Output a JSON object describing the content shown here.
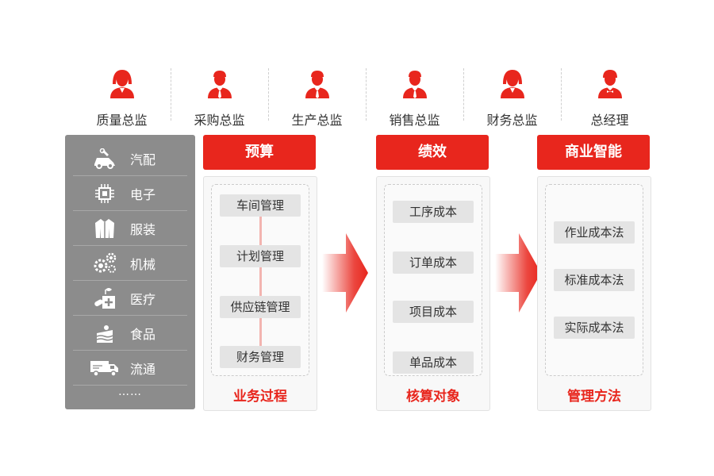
{
  "roles": [
    {
      "label": "质量总监",
      "icon": "female-person-icon"
    },
    {
      "label": "采购总监",
      "icon": "male-person-icon"
    },
    {
      "label": "生产总监",
      "icon": "male-person-icon"
    },
    {
      "label": "销售总监",
      "icon": "male-person-icon"
    },
    {
      "label": "财务总监",
      "icon": "female-person-icon"
    },
    {
      "label": "总经理",
      "icon": "manager-person-icon"
    }
  ],
  "industries": {
    "items": [
      {
        "label": "汽配",
        "icon": "car-repair-icon"
      },
      {
        "label": "电子",
        "icon": "chip-icon"
      },
      {
        "label": "服装",
        "icon": "jacket-icon"
      },
      {
        "label": "机械",
        "icon": "gears-icon"
      },
      {
        "label": "医疗",
        "icon": "medicine-icon"
      },
      {
        "label": "食品",
        "icon": "cake-icon"
      },
      {
        "label": "流通",
        "icon": "truck-icon"
      }
    ],
    "more": "……"
  },
  "columns": {
    "budget": {
      "title": "预算",
      "items": [
        "车间管理",
        "计划管理",
        "供应链管理",
        "财务管理"
      ],
      "footer": "业务过程"
    },
    "performance": {
      "title": "绩效",
      "items": [
        "工序成本",
        "订单成本",
        "项目成本",
        "单品成本"
      ],
      "footer": "核算对象"
    },
    "bi": {
      "title": "商业智能",
      "items": [
        "作业成本法",
        "标准成本法",
        "实际成本法"
      ],
      "footer": "管理方法"
    }
  },
  "colors": {
    "accent": "#e8261d",
    "panel": "#8c8c8c",
    "pill": "#e4e4e4"
  }
}
